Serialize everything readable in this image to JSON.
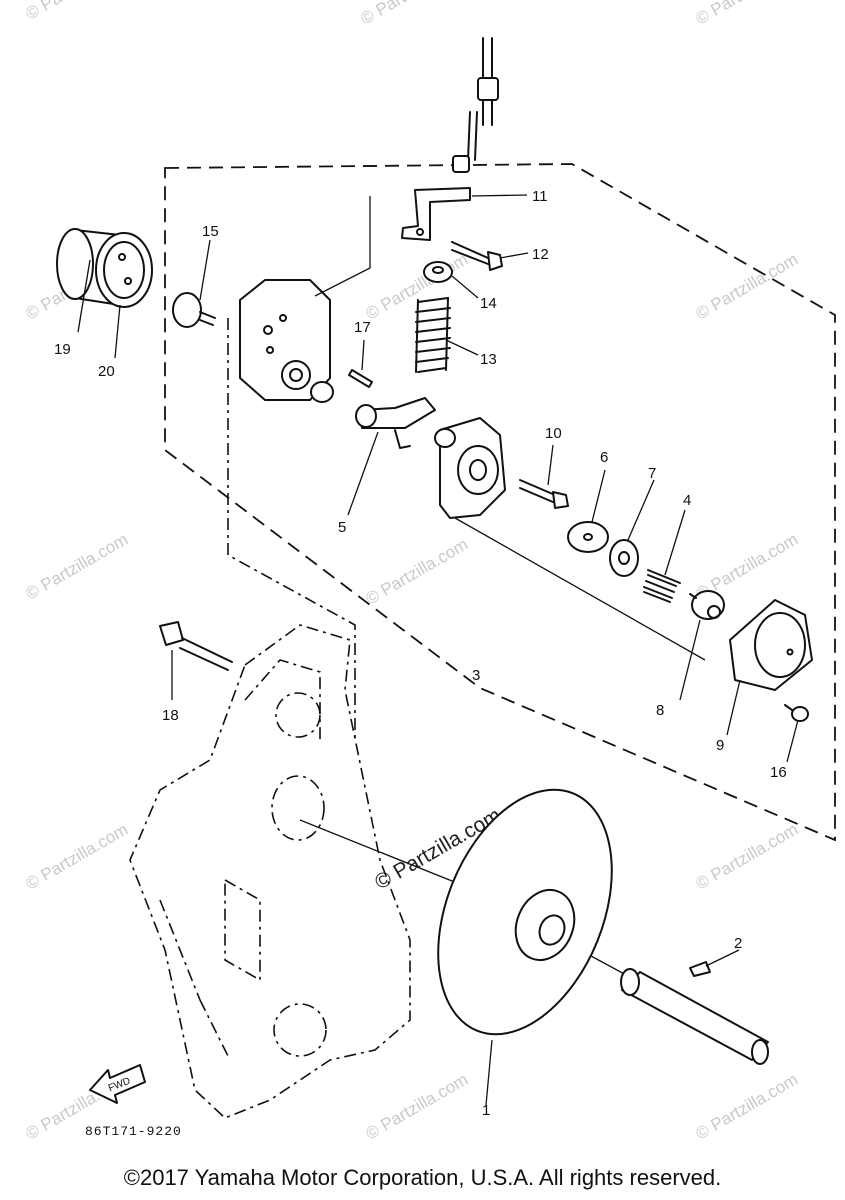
{
  "watermark": "© Partzilla.com",
  "callouts": [
    {
      "id": "1",
      "text": "1"
    },
    {
      "id": "2",
      "text": "2"
    },
    {
      "id": "3",
      "text": "3"
    },
    {
      "id": "4",
      "text": "4"
    },
    {
      "id": "5",
      "text": "5"
    },
    {
      "id": "6",
      "text": "6"
    },
    {
      "id": "7",
      "text": "7"
    },
    {
      "id": "8",
      "text": "8"
    },
    {
      "id": "9",
      "text": "9"
    },
    {
      "id": "10",
      "text": "10"
    },
    {
      "id": "11",
      "text": "11"
    },
    {
      "id": "12",
      "text": "12"
    },
    {
      "id": "13",
      "text": "13"
    },
    {
      "id": "14",
      "text": "14"
    },
    {
      "id": "15",
      "text": "15"
    },
    {
      "id": "16",
      "text": "16"
    },
    {
      "id": "17",
      "text": "17"
    },
    {
      "id": "18",
      "text": "18"
    },
    {
      "id": "19",
      "text": "19"
    },
    {
      "id": "20",
      "text": "20"
    }
  ],
  "fwd_label": "FWD",
  "drawing_code": "86T171-9220",
  "copyright": "©2017 Yamaha Motor Corporation, U.S.A. All rights reserved."
}
